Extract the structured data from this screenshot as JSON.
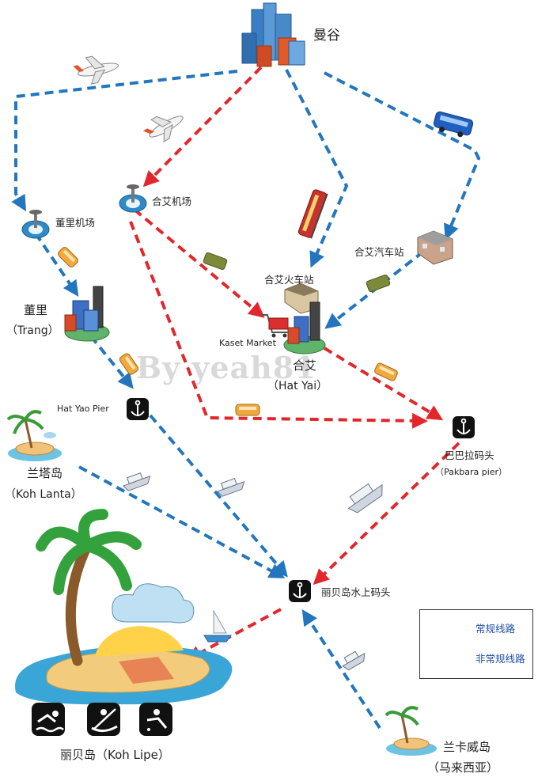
{
  "labels": {
    "bangkok": "曼谷",
    "trang_airport": "董里机场",
    "hatyai_airport": "合艾机场",
    "hatyai_bus": "合艾汽车站",
    "hatyai_train": "合艾火车站",
    "trang_cn": "董里",
    "trang_en": "（Trang）",
    "kaset": "Kaset Market",
    "hatyai_cn": "合艾",
    "hatyai_en": "（Hat Yai）",
    "hatyao": "Hat Yao Pier",
    "pakbara_cn": "巴巴拉码头",
    "pakbara_en": "（Pakbara pier）",
    "lanta_cn": "兰塔岛",
    "lanta_en": "（Koh Lanta）",
    "lipe_pier": "丽贝岛水上码头",
    "lipe": "丽贝岛（Koh Lipe）",
    "langkawi_cn": "兰卡威岛",
    "langkawi_en": "（马来西亚）"
  },
  "watermark": "By yeah81",
  "legend": {
    "regular": "常规线路",
    "irregular": "非常规线路"
  },
  "colors": {
    "regular": "#e3262c",
    "irregular": "#2376bd"
  }
}
